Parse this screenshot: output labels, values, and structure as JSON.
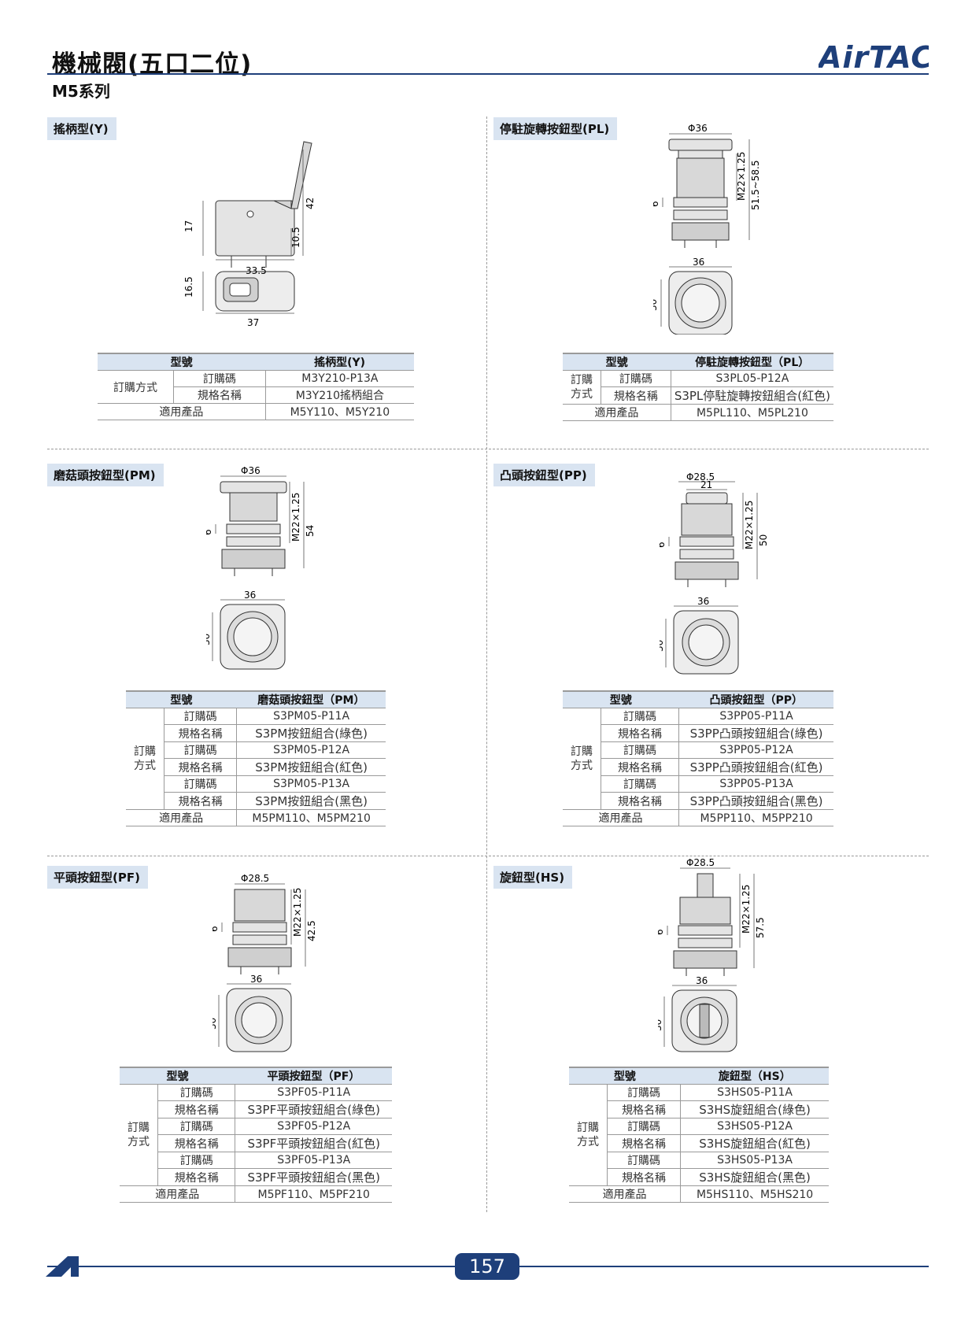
{
  "header": {
    "title": "機械閥(五口二位)",
    "series": "M5系列",
    "logo_text": "AirTAC",
    "brand_color": "#1e3f7a"
  },
  "common": {
    "model_header": "型號",
    "order_method": "訂購方式",
    "order_code": "訂購碼",
    "spec_name": "規格名稱",
    "applicable": "適用產品"
  },
  "sections": {
    "Y": {
      "label": "搖柄型(Y)",
      "dims": [
        "17",
        "42",
        "10.5",
        "33.5",
        "16.5",
        "37"
      ],
      "table_header": "搖柄型(Y)",
      "order_code": "M3Y210-P13A",
      "spec_name": "M3Y210搖柄組合",
      "applicable": "M5Y110、M5Y210"
    },
    "PL": {
      "label": "停駐旋轉按鈕型(PL)",
      "dims": [
        "Φ36",
        "M22×1.25",
        "51.5~58.5",
        "6",
        "36",
        "30"
      ],
      "table_header": "停駐旋轉按鈕型（PL）",
      "order_code": "S3PL05-P12A",
      "spec_name": "S3PL停駐旋轉按鈕組合(紅色)",
      "applicable": "M5PL110、M5PL210"
    },
    "PM": {
      "label": "磨菇頭按鈕型(PM)",
      "dims": [
        "Φ36",
        "M22×1.25",
        "54",
        "6",
        "36",
        "30"
      ],
      "table_header": "磨菇頭按鈕型（PM）",
      "rows": [
        {
          "code": "S3PM05-P11A",
          "name": "S3PM按鈕組合(綠色)"
        },
        {
          "code": "S3PM05-P12A",
          "name": "S3PM按鈕組合(紅色)"
        },
        {
          "code": "S3PM05-P13A",
          "name": "S3PM按鈕組合(黑色)"
        }
      ],
      "applicable": "M5PM110、M5PM210"
    },
    "PP": {
      "label": "凸頭按鈕型(PP)",
      "dims": [
        "Φ28.5",
        "21",
        "M22×1.25",
        "50",
        "6",
        "36",
        "30"
      ],
      "table_header": "凸頭按鈕型（PP）",
      "rows": [
        {
          "code": "S3PP05-P11A",
          "name": "S3PP凸頭按鈕組合(綠色)"
        },
        {
          "code": "S3PP05-P12A",
          "name": "S3PP凸頭按鈕組合(紅色)"
        },
        {
          "code": "S3PP05-P13A",
          "name": "S3PP凸頭按鈕組合(黑色)"
        }
      ],
      "applicable": "M5PP110、M5PP210"
    },
    "PF": {
      "label": "平頭按鈕型(PF)",
      "dims": [
        "Φ28.5",
        "M22×1.25",
        "42.5",
        "6",
        "36",
        "30"
      ],
      "table_header": "平頭按鈕型（PF）",
      "rows": [
        {
          "code": "S3PF05-P11A",
          "name": "S3PF平頭按鈕組合(綠色)"
        },
        {
          "code": "S3PF05-P12A",
          "name": "S3PF平頭按鈕組合(紅色)"
        },
        {
          "code": "S3PF05-P13A",
          "name": "S3PF平頭按鈕組合(黑色)"
        }
      ],
      "applicable": "M5PF110、M5PF210"
    },
    "HS": {
      "label": "旋鈕型(HS)",
      "dims": [
        "Φ28.5",
        "M22×1.25",
        "57.5",
        "6",
        "36",
        "30"
      ],
      "table_header": "旋鈕型（HS）",
      "rows": [
        {
          "code": "S3HS05-P11A",
          "name": "S3HS旋鈕組合(綠色)"
        },
        {
          "code": "S3HS05-P12A",
          "name": "S3HS旋鈕組合(紅色)"
        },
        {
          "code": "S3HS05-P13A",
          "name": "S3HS旋鈕組合(黑色)"
        }
      ],
      "applicable": "M5HS110、M5HS210"
    }
  },
  "footer": {
    "page_number": "157"
  }
}
